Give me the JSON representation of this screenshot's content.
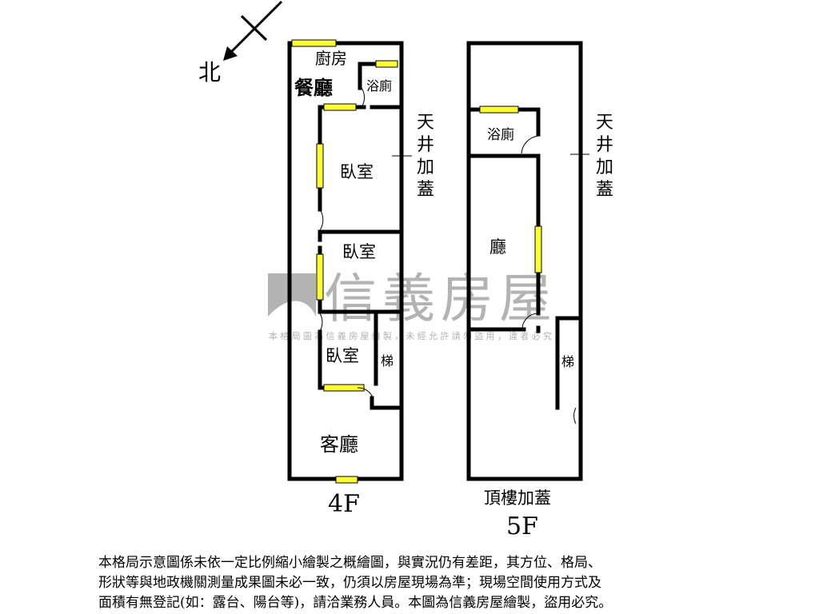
{
  "compass": {
    "label": "北"
  },
  "floor4": {
    "rooms": {
      "kitchen": "廚房",
      "dining": "餐廳",
      "bath": "浴廁",
      "bedroom1": "臥室",
      "bedroom2": "臥室",
      "bedroom3": "臥室",
      "stairs": "梯",
      "living": "客廳"
    },
    "courtyard": [
      "天",
      "井",
      "加",
      "蓋"
    ],
    "floor_label": "4F"
  },
  "floor5": {
    "rooms": {
      "bath": "浴廁",
      "hall": "廳",
      "stairs": "梯"
    },
    "courtyard": [
      "天",
      "井",
      "加",
      "蓋"
    ],
    "sub_label": "頂樓加蓋",
    "floor_label": "5F"
  },
  "watermark": {
    "brand": "信義房屋",
    "notice": "本格局圖為信義房屋繪製，未經允許請勿盜用，違者必究"
  },
  "disclaimer": [
    "本格局示意圖係未依一定比例縮小繪製之概繪圖，與實況仍有差距，其方位、格局、",
    "形狀等與地政機關測量成果圖未必一致，仍須以房屋現場為準；現場空間使用方式及",
    "面積有無登記(如：露台、陽台等)，請洽業務人員。本圖為信義房屋繪製，盜用必究。"
  ],
  "colors": {
    "window": "#ffff33",
    "wall": "#000000",
    "watermark": "#9a9a9a"
  }
}
